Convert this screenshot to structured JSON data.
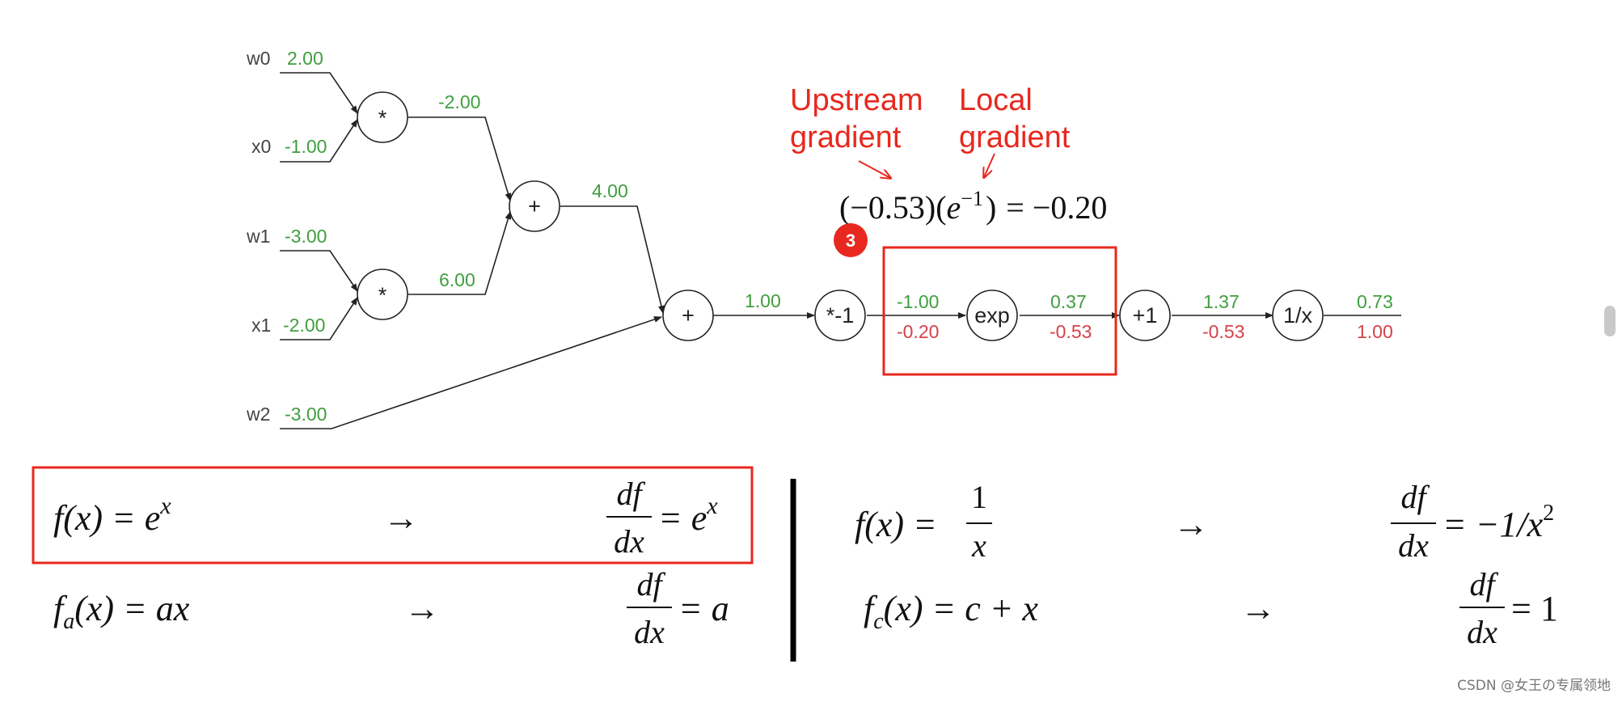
{
  "inputs": [
    {
      "name": "w0",
      "value": "2.00"
    },
    {
      "name": "x0",
      "value": "-1.00"
    },
    {
      "name": "w1",
      "value": "-3.00"
    },
    {
      "name": "x1",
      "value": "-2.00"
    },
    {
      "name": "w2",
      "value": "-3.00"
    }
  ],
  "gates": {
    "mul0": "*",
    "mul1": "*",
    "add0": "+",
    "add1": "+",
    "neg": "*-1",
    "exp": "exp",
    "plus1": "+1",
    "recip": "1/x"
  },
  "edges": {
    "mul0_out": "-2.00",
    "mul1_out": "6.00",
    "add0_out": "4.00",
    "add1_out": "1.00",
    "neg_out_fwd": "-1.00",
    "neg_out_bwd": "-0.20",
    "exp_out_fwd": "0.37",
    "exp_out_bwd": "-0.53",
    "plus1_out_fwd": "1.37",
    "plus1_out_bwd": "-0.53",
    "recip_out_fwd": "0.73",
    "recip_out_bwd": "1.00"
  },
  "annotations": {
    "upstream": [
      "Upstream",
      "gradient"
    ],
    "local": [
      "Local",
      "gradient"
    ],
    "step_badge": "3",
    "equation": {
      "open1": "(",
      "upstream_value": "−0.53",
      "close1": ")(",
      "base": "e",
      "exponent": "−1",
      "close2": ")",
      "equals": "= ",
      "result": "−0.20"
    }
  },
  "formulas": {
    "exp": {
      "lhs": "f(x) = e",
      "lhs_sup": "x",
      "rhs_num": "df",
      "rhs_den": "dx",
      "rhs_eq": "= e",
      "rhs_sup": "x"
    },
    "scale": {
      "lhs_f": "f",
      "lhs_sub": "a",
      "lhs_rest": "(x) = ax",
      "rhs_num": "df",
      "rhs_den": "dx",
      "rhs_eq": "= a"
    },
    "recip": {
      "lhs": "f(x) =",
      "frac_num": "1",
      "frac_den": "x",
      "rhs_num": "df",
      "rhs_den": "dx",
      "rhs_eq": "= −1/x",
      "rhs_sup": "2"
    },
    "const": {
      "lhs_f": "f",
      "lhs_sub": "c",
      "lhs_rest": "(x) = c + x",
      "rhs_num": "df",
      "rhs_den": "dx",
      "rhs_eq": "= 1"
    },
    "arrow": "→"
  },
  "colors": {
    "forward": "#3f9e3f",
    "backward": "#d6414b",
    "highlight": "#e8281f"
  },
  "watermark": "CSDN @女王の专属领地"
}
